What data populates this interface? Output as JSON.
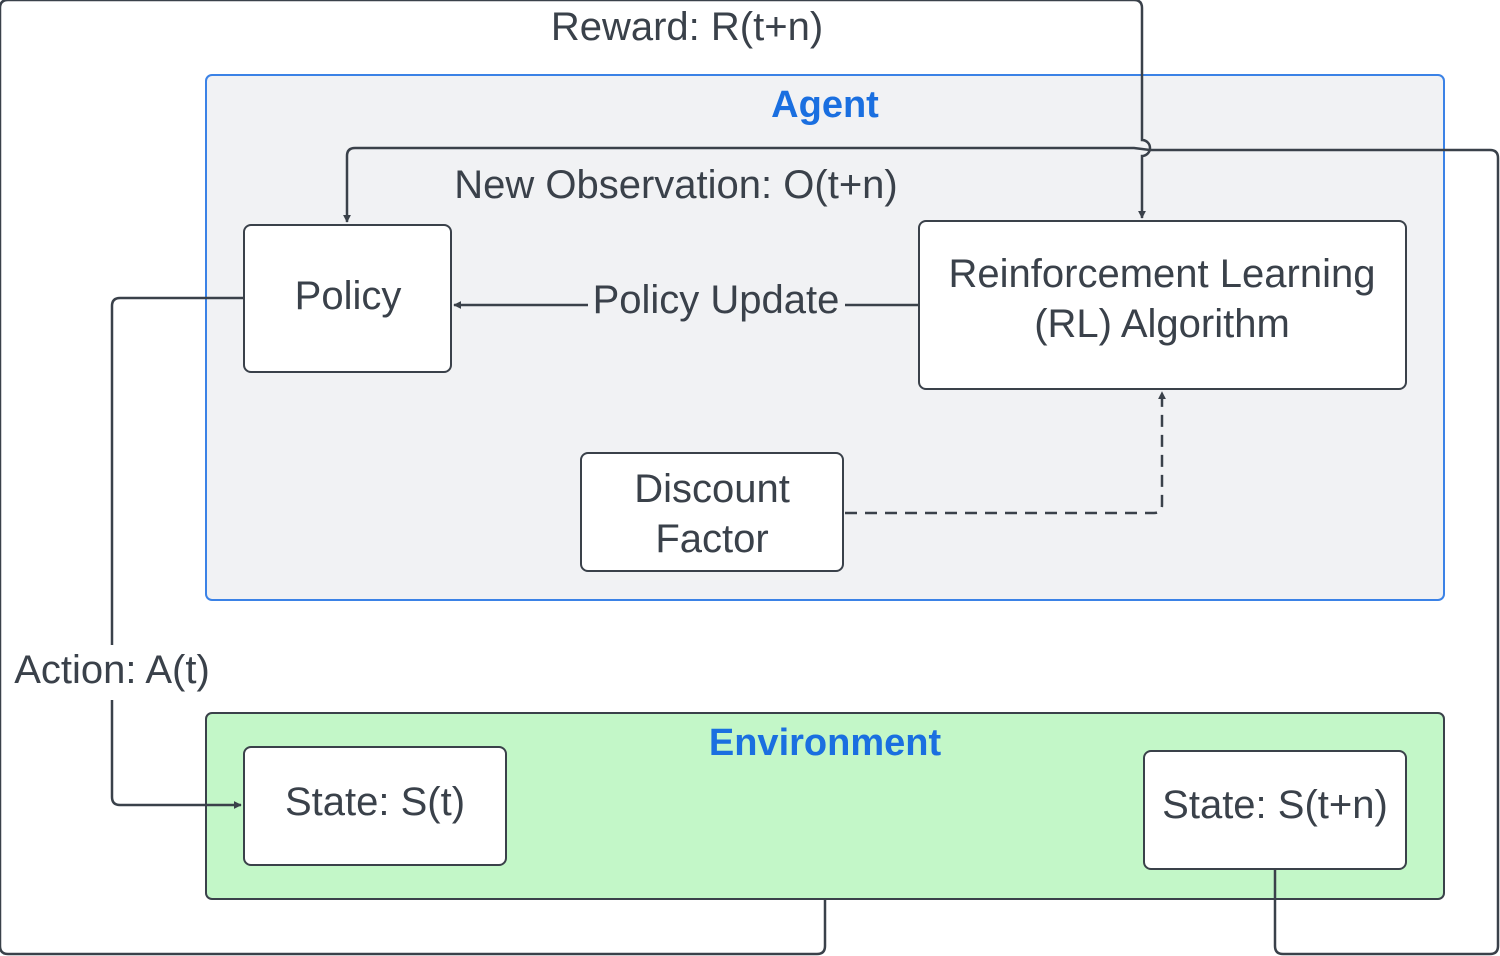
{
  "colors": {
    "line": "#3a414a",
    "agent_fill": "#f1f2f4",
    "agent_border": "#3b82e6",
    "environment_fill": "#c3f7c8",
    "environment_border": "#3a414a",
    "title_blue": "#1a6fe0",
    "text": "#3a414a",
    "node_fill": "#ffffff"
  },
  "containers": {
    "agent": {
      "title": "Agent"
    },
    "environment": {
      "title": "Environment"
    }
  },
  "nodes": {
    "policy": {
      "label": "Policy"
    },
    "rl_algorithm": {
      "line1": "Reinforcement Learning",
      "line2": "(RL)  Algorithm"
    },
    "discount_factor": {
      "line1": "Discount",
      "line2": "Factor"
    },
    "state_t": {
      "label": "State: S(t)"
    },
    "state_tn": {
      "label": "State: S(t+n)"
    }
  },
  "edges": {
    "reward": {
      "label": "Reward: R(t+n)"
    },
    "new_observation": {
      "label": "New Observation: O(t+n)"
    },
    "policy_update": {
      "label": "Policy Update"
    },
    "action": {
      "label": "Action: A(t)"
    }
  }
}
